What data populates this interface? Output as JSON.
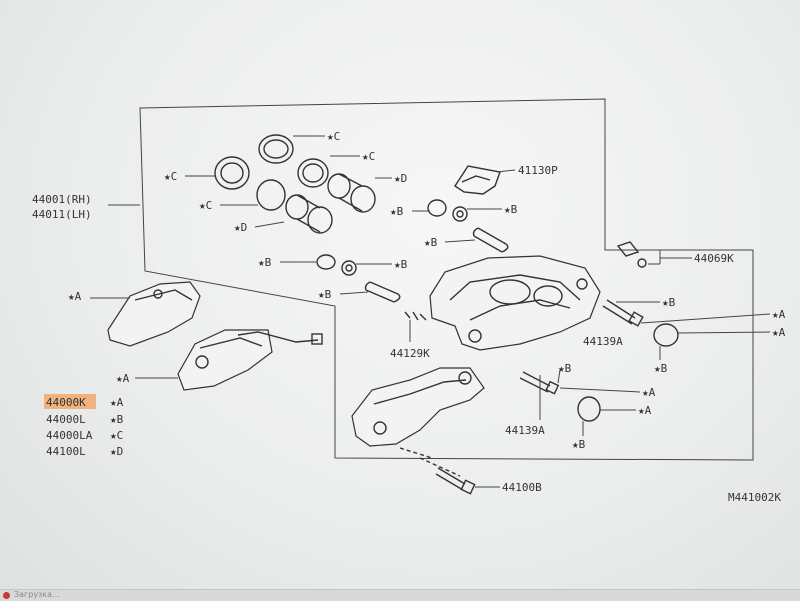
{
  "assembly_labels": {
    "rh": "44001(RH)",
    "lh": "44011(LH)"
  },
  "part_labels": {
    "p41130P": "41130P",
    "p44069K": "44069K",
    "p44129K": "44129K",
    "p44139A_top": "44139A",
    "p44139A_bottom": "44139A",
    "p44100B": "44100B"
  },
  "callouts": {
    "c1": "★C",
    "c2": "★C",
    "c3": "★C",
    "c4": "★C",
    "d1": "★D",
    "d2": "★D",
    "b1": "★B",
    "b2": "★B",
    "b3": "★B",
    "b4": "★B",
    "b5": "★B",
    "b6": "★B",
    "b7": "★B",
    "b8": "★B",
    "b9": "★B",
    "b10": "★B",
    "a1": "★A",
    "a2": "★A",
    "a3": "★A",
    "a4": "★A",
    "a5": "★A",
    "a6": "★A"
  },
  "legend": [
    {
      "part": "44000K",
      "mark": "★A",
      "highlighted": true
    },
    {
      "part": "44000L",
      "mark": "★B",
      "highlighted": false
    },
    {
      "part": "44000LA",
      "mark": "★C",
      "highlighted": false
    },
    {
      "part": "44100L",
      "mark": "★D",
      "highlighted": false
    }
  ],
  "drawing_code": "M441002K",
  "taskbar": {
    "text": "Загрузка..."
  },
  "colors": {
    "highlight": "#f0b07a",
    "ink": "#333333",
    "background": "#eceeed"
  }
}
